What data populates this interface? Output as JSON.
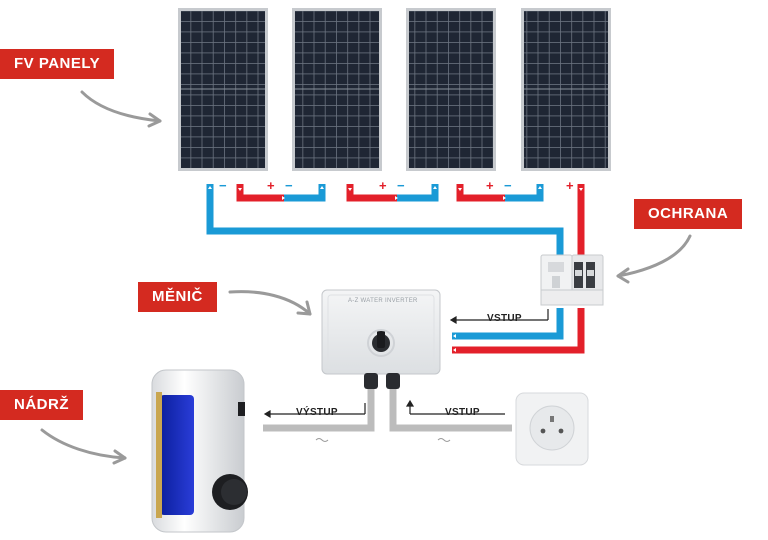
{
  "labels": {
    "panels": "FV PANELY",
    "protection": "OCHRANA",
    "inverter": "MĚNIČ",
    "tank": "NÁDRŽ"
  },
  "flow": {
    "input_dc": "VSTUP",
    "output": "VÝSTUP",
    "input_ac": "VSTUP"
  },
  "inverter_brand": "A-Z WATER INVERTER",
  "polarity": {
    "plus": "+",
    "minus": "−"
  },
  "colors": {
    "label_bg": "#d42a20",
    "wire_positive": "#e3202a",
    "wire_negative": "#1a9ad6",
    "cable_ac": "#bcbcbc",
    "panel_cell": "#1c2331",
    "arrow_gray": "#9a9a9a"
  },
  "panel_count": 4
}
